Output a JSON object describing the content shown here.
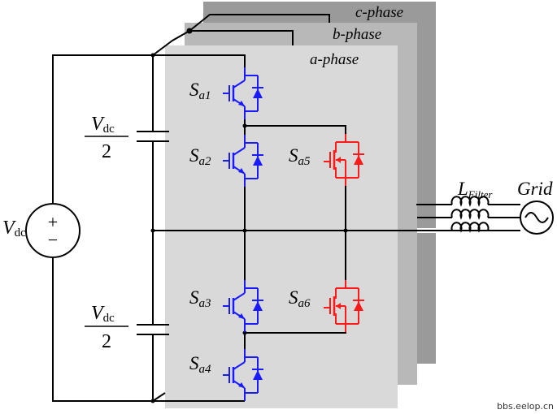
{
  "phase_labels": {
    "c": "c-phase",
    "b": "b-phase",
    "a": "a-phase"
  },
  "source": {
    "label_main": "V",
    "label_sub": "dc",
    "plus": "+",
    "minus": "−"
  },
  "capacitor_top": {
    "num_main": "V",
    "num_sub": "dc",
    "den": "2"
  },
  "capacitor_bottom": {
    "num_main": "V",
    "num_sub": "dc",
    "den": "2"
  },
  "switches": {
    "sa1": {
      "main": "S",
      "sub": "a1"
    },
    "sa2": {
      "main": "S",
      "sub": "a2"
    },
    "sa3": {
      "main": "S",
      "sub": "a3"
    },
    "sa4": {
      "main": "S",
      "sub": "a4"
    },
    "sa5": {
      "main": "S",
      "sub": "a5"
    },
    "sa6": {
      "main": "S",
      "sub": "a6"
    }
  },
  "filter": {
    "main": "L",
    "sub": "Filter"
  },
  "grid_label": "Grid",
  "watermark": "bbs.eelop.cn",
  "colors": {
    "igbt": "#1a1aff",
    "mosfet": "#ff1a1a",
    "panel_a": "#d9d9d9",
    "panel_b": "#b8b8b8",
    "panel_c": "#9a9a9a",
    "wire": "#000000"
  }
}
